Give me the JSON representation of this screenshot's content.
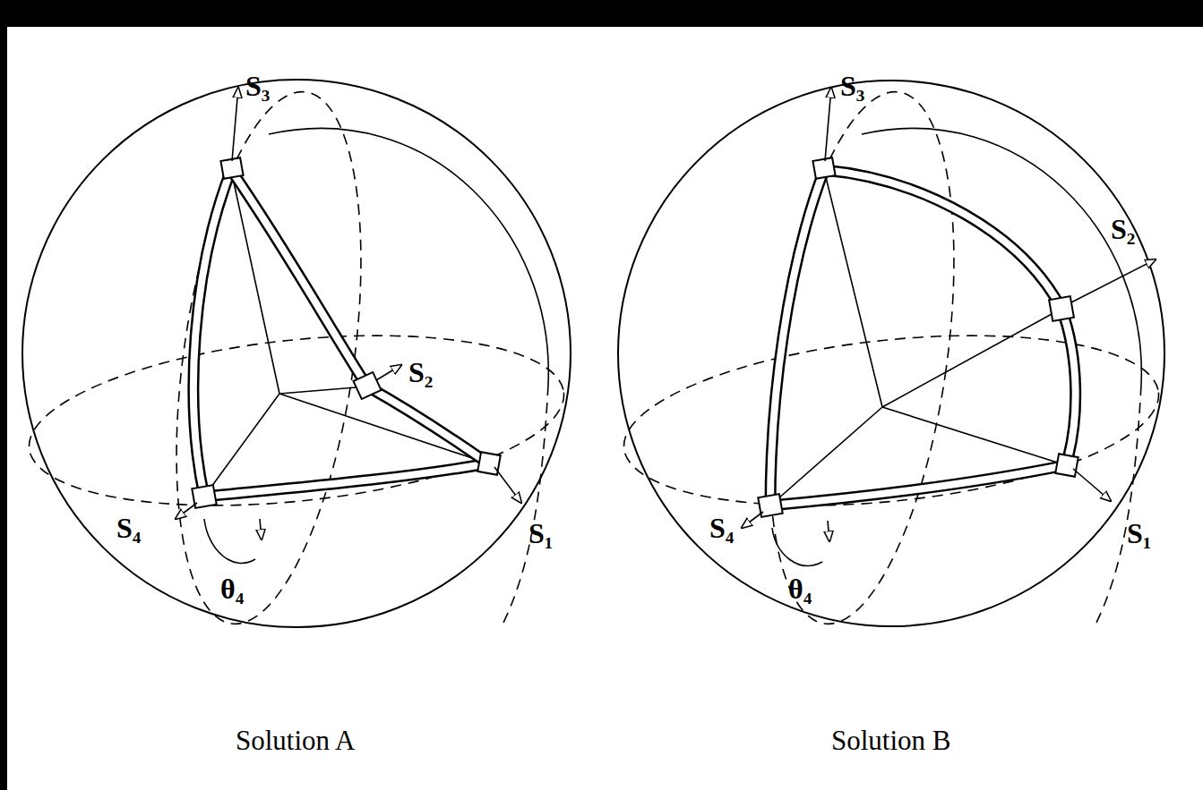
{
  "diagram": {
    "labels": [
      "S₃",
      "S₂",
      "S₄",
      "θ₄",
      "S₁",
      "S₃",
      "S₂",
      "S₄",
      "θ₄",
      "S₁",
      "Solution A",
      "Solution B"
    ]
  }
}
